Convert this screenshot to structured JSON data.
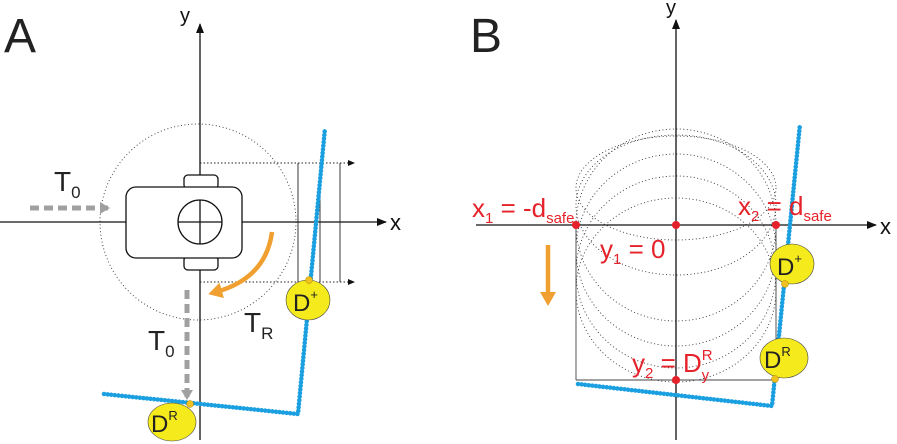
{
  "panels": {
    "A": {
      "letter": "A",
      "axis_x": "x",
      "axis_y": "y",
      "t0_left": {
        "main": "T",
        "sub": "0"
      },
      "t0_down": {
        "main": "T",
        "sub": "0"
      },
      "tr": {
        "main": "T",
        "sub": "R"
      },
      "d_plus": {
        "main": "D",
        "sup": "+"
      },
      "d_r": {
        "main": "D",
        "sup": "R"
      }
    },
    "B": {
      "letter": "B",
      "axis_x": "x",
      "axis_y": "y",
      "x1": {
        "main": "x",
        "sub": "1",
        "eq": " = -d",
        "sub2": "safe"
      },
      "x2": {
        "main": "x",
        "sub": "2",
        "eq": " = d",
        "sub2": "safe"
      },
      "y1": {
        "main": "y",
        "sub": "1",
        "eq": " = 0"
      },
      "y2": {
        "main": "y",
        "sub": "2",
        "eq": " = D",
        "sup": "R",
        "sub2": "y"
      },
      "d_plus": {
        "main": "D",
        "sup": "+"
      },
      "d_r": {
        "main": "D",
        "sup": "R"
      }
    }
  },
  "colors": {
    "wall": "#1a9fe0",
    "arrow_orange": "#f0a030",
    "arrow_gray": "#a0a0a0",
    "label_red": "#e5222a",
    "marker_yellow": "#f5ea1c",
    "marker_dot": "#f0c020",
    "red_dot": "#e5222a"
  }
}
